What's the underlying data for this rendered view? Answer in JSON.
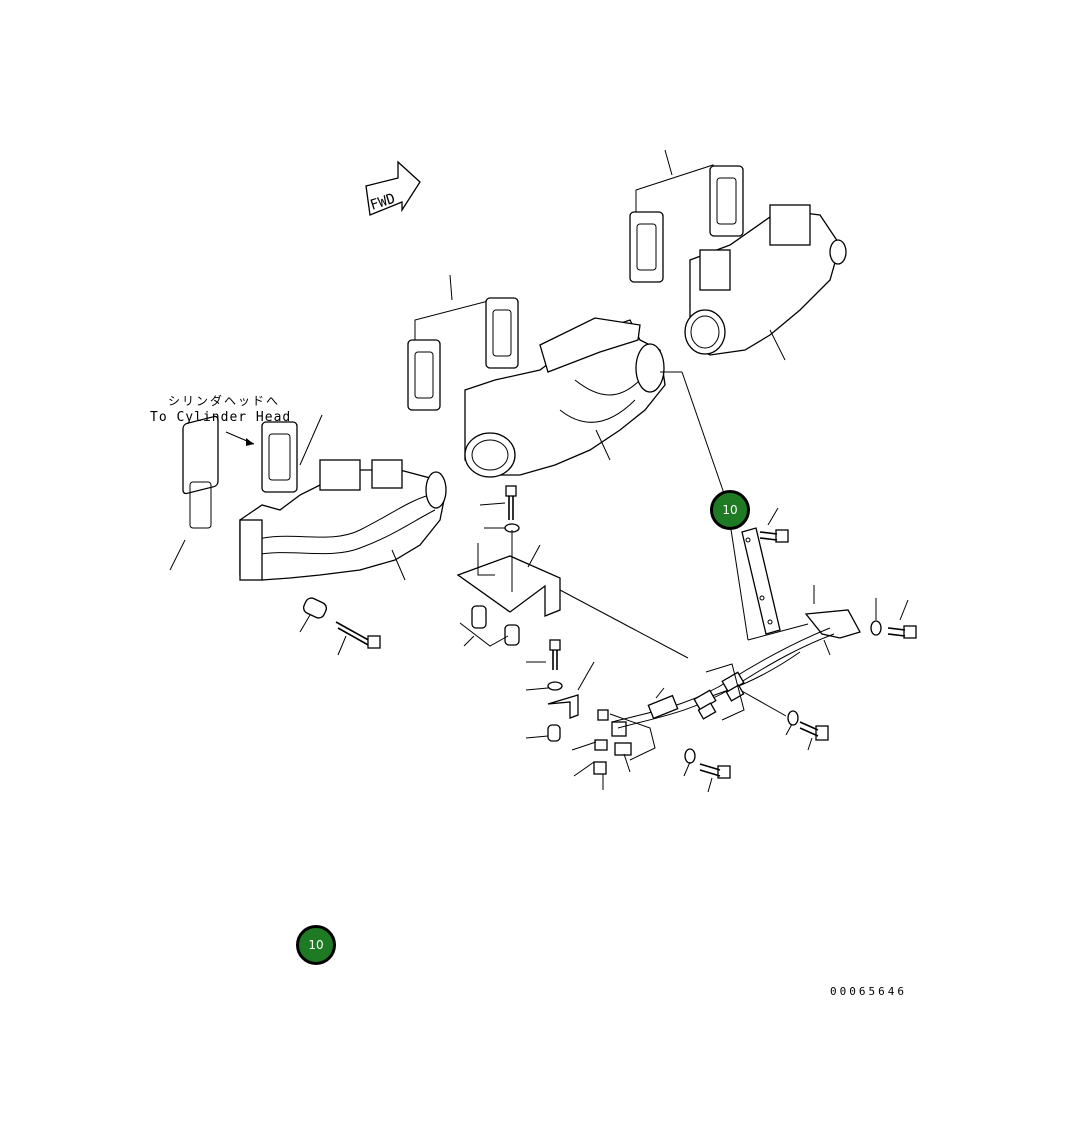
{
  "diagram": {
    "direction_arrow_text": "FWD",
    "cylinder_head_label_jp": "シリンダヘッドへ",
    "cylinder_head_label_en": "To Cylinder Head",
    "markers": [
      {
        "label": "10"
      },
      {
        "label": "10"
      }
    ],
    "drawing_number": "00065646",
    "colors": {
      "marker_fill": "#1e7a23",
      "line": "#000000"
    }
  }
}
